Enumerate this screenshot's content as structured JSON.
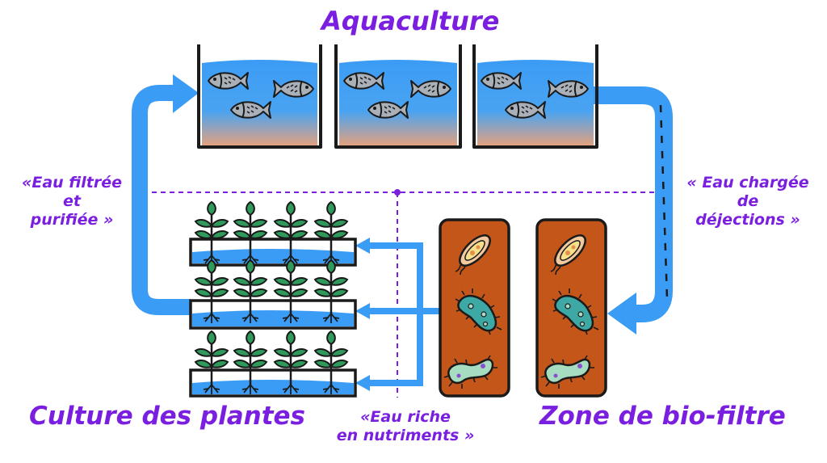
{
  "titles": {
    "aquaculture": "Aquaculture",
    "plants": "Culture des plantes",
    "biofilter": "Zone de bio-filtre"
  },
  "labels": {
    "filtered": [
      "«Eau filtrée",
      "et",
      "purifiée »"
    ],
    "loaded": [
      "« Eau chargée",
      "de",
      "déjections »"
    ],
    "nutrients": [
      "«Eau riche",
      "en nutriments »"
    ]
  },
  "icons": {
    "tank": "fish-tank-icon",
    "fish": "fish-icon",
    "plant": "plant-seedling-icon",
    "bacteria": "bacteria-icon"
  },
  "colors": {
    "title": "#7a1fe0",
    "water": "#3b9cf5",
    "arrow": "#3b9cf5",
    "sediment": "#e2a27f",
    "biofilter": "#c4561a",
    "leaf": "#2f9a5b",
    "fish": "#a9b0b8",
    "divider": "#7a1fe0"
  }
}
